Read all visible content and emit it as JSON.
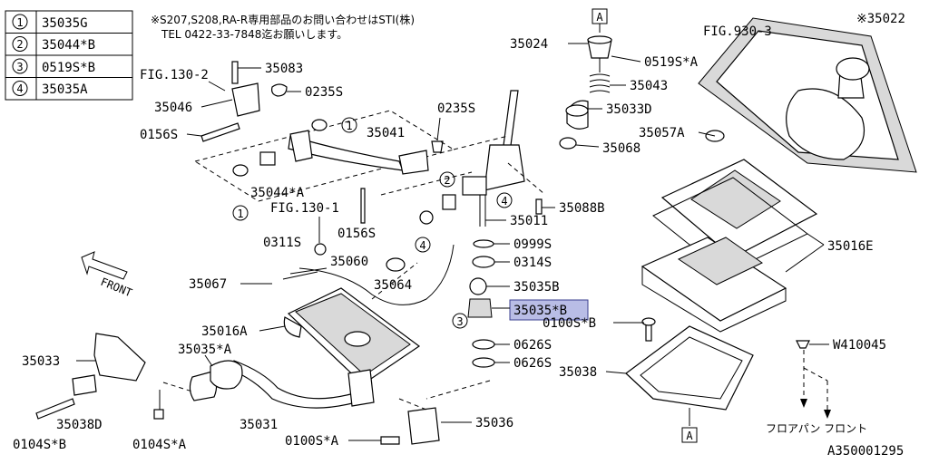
{
  "legend": [
    {
      "num": "1",
      "code": "35035G"
    },
    {
      "num": "2",
      "code": "35044*B"
    },
    {
      "num": "3",
      "code": "0519S*B"
    },
    {
      "num": "4",
      "code": "35035A"
    }
  ],
  "note": {
    "line1": "※S207,S208,RA-R専用部品のお問い合わせはSTI(株)",
    "line2": "TEL 0422-33-7848迄お願いします。"
  },
  "callouts": {
    "35024": "35024",
    "0519S_A": "0519S*A",
    "35043": "35043",
    "35033D": "35033D",
    "35057A": "35057A",
    "35068": "35068",
    "fig930": "FIG.930-3",
    "35022": "※35022",
    "fig130_2": "FIG.130-2",
    "35083": "35083",
    "0235S_top": "0235S",
    "35046": "35046",
    "0235S_mid": "0235S",
    "0156S_left": "0156S",
    "35041": "35041",
    "35044A": "35044*A",
    "fig130_1": "FIG.130-1",
    "0156S_mid": "0156S",
    "35088B": "35088B",
    "35011": "35011",
    "0999S": "0999S",
    "0311S": "0311S",
    "0314S": "0314S",
    "35016E": "35016E",
    "35060": "35060",
    "35067": "35067",
    "35064": "35064",
    "35035B": "35035B",
    "35035B_hl": "35035*B",
    "0100S_B": "0100S*B",
    "35016A": "35016A",
    "35035A": "35035*A",
    "0626S_1": "0626S",
    "0626S_2": "0626S",
    "35033": "35033",
    "35038": "35038",
    "W410045": "W410045",
    "35038D": "35038D",
    "35031": "35031",
    "35036": "35036",
    "0104S_B": "0104S*B",
    "0104S_A": "0104S*A",
    "0100S_A": "0100S*A"
  },
  "markers": {
    "A_top": "A",
    "A_bottom": "A",
    "c1a": "1",
    "c1b": "1",
    "c2": "2",
    "c3": "3",
    "c4a": "4",
    "c4b": "4"
  },
  "front_label": "FRONT",
  "floor_label": "フロアパン フロント",
  "diagram_id": "A350001295"
}
